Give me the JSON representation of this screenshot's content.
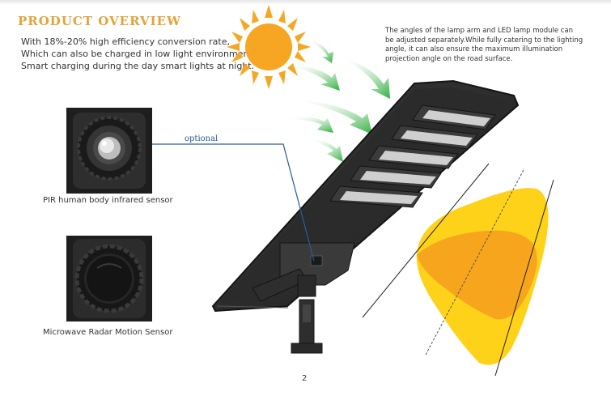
{
  "heading": "PRODUCT OVERVIEW",
  "intro_lines": [
    "With 18%-20% high efficiency conversion rate,",
    "Which can also be charged in low light environment,",
    "Smart charging during the day smart lights at night."
  ],
  "note_lines": [
    "The angles of the lamp arm and LED lamp module can",
    "be adjusted separately.While fully catering to the lighting",
    "angle, it can also ensure the maximum illumination",
    "projection angle on the road surface."
  ],
  "optional_label": "optional",
  "sensors": [
    {
      "caption": "PIR human body infrared sensor",
      "icon": "pir-sensor-icon"
    },
    {
      "caption": "Microwave Radar Motion Sensor",
      "icon": "radar-sensor-icon"
    }
  ],
  "page_number": "2",
  "colors": {
    "heading": "#e3a33b",
    "sun": "#f6a623",
    "arrow_green": "#3cb043",
    "light_outer": "#ffd21a",
    "light_inner": "#f7a51d",
    "panel": "#2b2b2b",
    "callout_line": "#2a5a9a"
  }
}
